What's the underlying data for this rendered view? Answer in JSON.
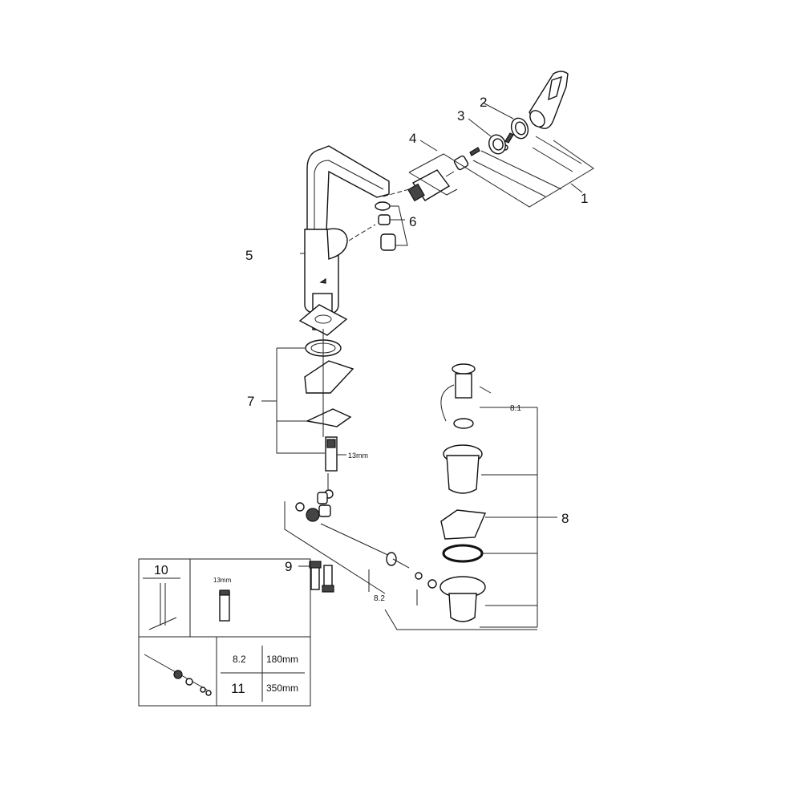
{
  "diagram": {
    "callouts": {
      "p1": "1",
      "p2": "2",
      "p3": "3",
      "p4": "4",
      "p5": "5",
      "p6": "6",
      "p7": "7",
      "p8": "8",
      "p8_1": "8.1",
      "p8_2": "8.2",
      "p9": "9",
      "wrench_size": "13mm"
    },
    "legend_table": {
      "tool_number": "10",
      "tool_size": "13mm",
      "rows": [
        {
          "part": "8.2",
          "length": "180mm"
        },
        {
          "part": "11",
          "length": "350mm"
        }
      ]
    }
  }
}
